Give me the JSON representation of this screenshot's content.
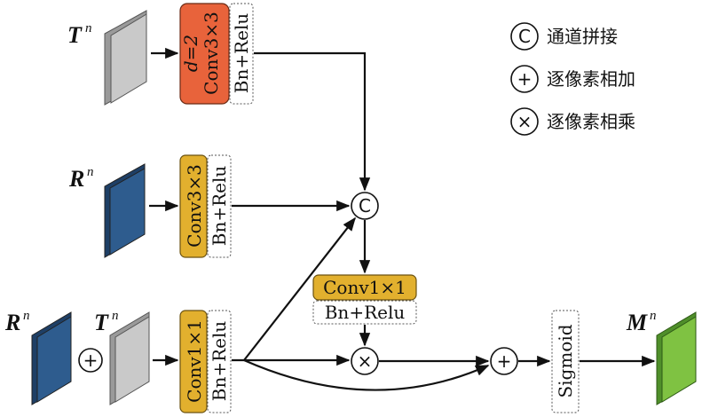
{
  "inputs": {
    "t_top": {
      "base": "T",
      "sup": "n"
    },
    "r_mid": {
      "base": "R",
      "sup": "n"
    },
    "r_bottom": {
      "base": "R",
      "sup": "n"
    },
    "t_bottom": {
      "base": "T",
      "sup": "n"
    },
    "output": {
      "base": "M",
      "sup": "n"
    }
  },
  "blocks": {
    "dilated_conv": {
      "d_label": "d=2",
      "conv": "Conv3×3",
      "bn": "Bn+Relu"
    },
    "conv3": {
      "conv": "Conv3×3",
      "bn": "Bn+Relu"
    },
    "conv1_left": {
      "conv": "Conv1×1",
      "bn": "Bn+Relu"
    },
    "conv1_mid": {
      "conv": "Conv1×1",
      "bn": "Bn+Relu"
    },
    "sigmoid": "Sigmoid"
  },
  "ops": {
    "concat": "C",
    "add": "+",
    "mul": "×"
  },
  "legend": [
    {
      "symbol": "C",
      "label": "通道拼接"
    },
    {
      "symbol": "+",
      "label": "逐像素相加"
    },
    {
      "symbol": "×",
      "label": "逐像素相乘"
    }
  ],
  "colors": {
    "orange": "#E8633B",
    "yellow": "#E2B02E",
    "gray": "#C9C9C9",
    "blue": "#2E5C8E",
    "green": "#7FC242"
  }
}
